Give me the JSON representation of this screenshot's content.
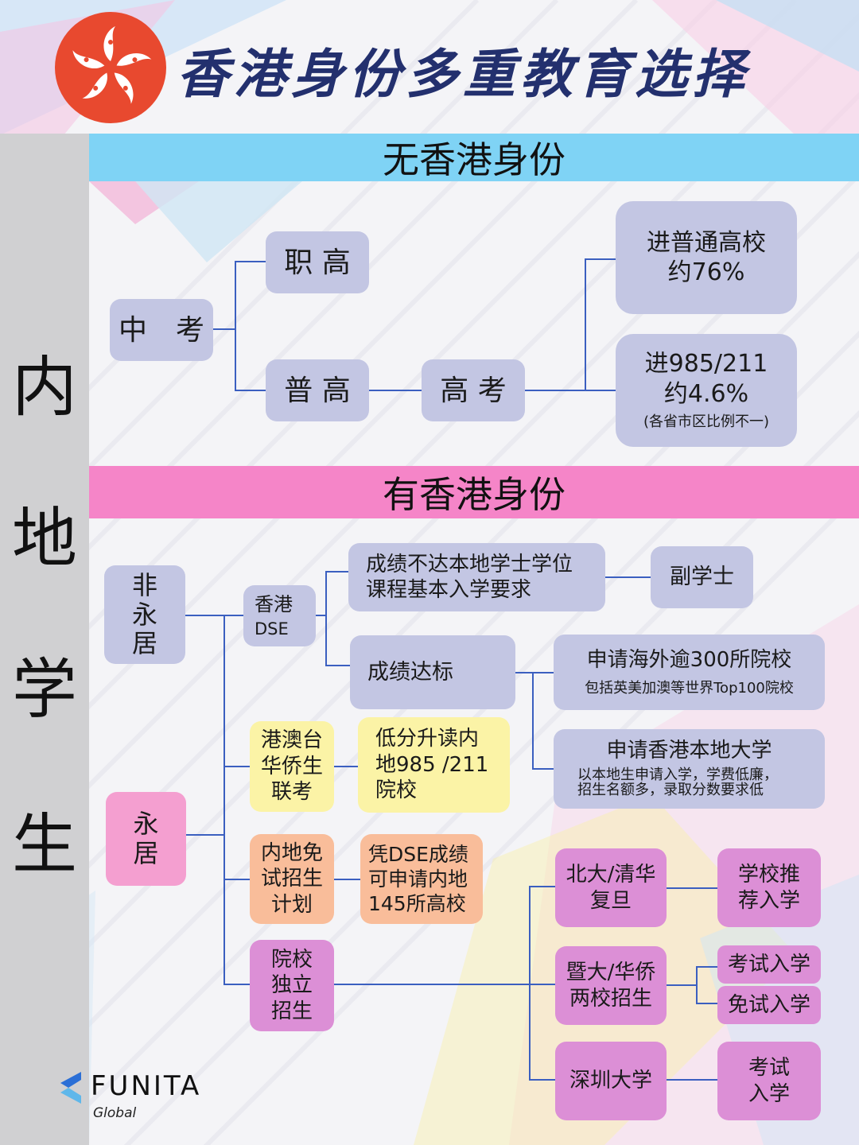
{
  "title": "香港身份多重教育选择",
  "side_label": [
    "内",
    "地",
    "学",
    "生"
  ],
  "band_no_hk": "无香港身份",
  "band_hk": "有香港身份",
  "no_hk": {
    "zhongkao": "中　考",
    "zhigao": "职 高",
    "pugao": "普 高",
    "gaokao": "高 考",
    "normal_line1": "进普通高校",
    "normal_line2": "约76%",
    "top_line1": "进985/211",
    "top_line2": "约4.6%",
    "top_note": "(各省市区比例不一)"
  },
  "hk": {
    "non_pr": [
      "非",
      "永",
      "居"
    ],
    "pr": [
      "永",
      "居"
    ],
    "dse_line1": "香港",
    "dse_line2": "DSE",
    "below_line1": "成绩不达本地学士学位",
    "below_line2": "课程基本入学要求",
    "associate": "副学士",
    "pass": "成绩达标",
    "overseas_line1": "申请海外逾300所院校",
    "overseas_line2": "包括英美加澳等世界Top100院校",
    "local_line1": "申请香港本地大学",
    "local_line2": "以本地生申请入学，学费低廉，",
    "local_line3": "招生名额多，录取分数要求低",
    "joint_exam": [
      "港澳台",
      "华侨生",
      "联考"
    ],
    "low_score": [
      "低分升读内",
      "地985 /211",
      "院校"
    ],
    "exempt": [
      "内地免",
      "试招生",
      "计划"
    ],
    "dse_145": [
      "凭DSE成绩",
      "可申请内地",
      "145所高校"
    ],
    "independent": [
      "院校",
      "独立",
      "招生"
    ],
    "pku": [
      "北大/清华",
      "复旦"
    ],
    "recommend": [
      "学校推",
      "荐入学"
    ],
    "jinan": [
      "暨大/华侨",
      "两校招生"
    ],
    "exam_entry": "考试入学",
    "exempt_entry": "免试入学",
    "szu": "深圳大学",
    "szu_exam": [
      "考试",
      "入学"
    ]
  },
  "logo": {
    "name": "FUNITA",
    "sub": "Global"
  },
  "colors": {
    "line": "#3b5fc0",
    "band_blue": "#7fd3f5",
    "band_pink": "#f585c8",
    "flag_red": "#e8492f",
    "title_navy": "#23306e"
  }
}
